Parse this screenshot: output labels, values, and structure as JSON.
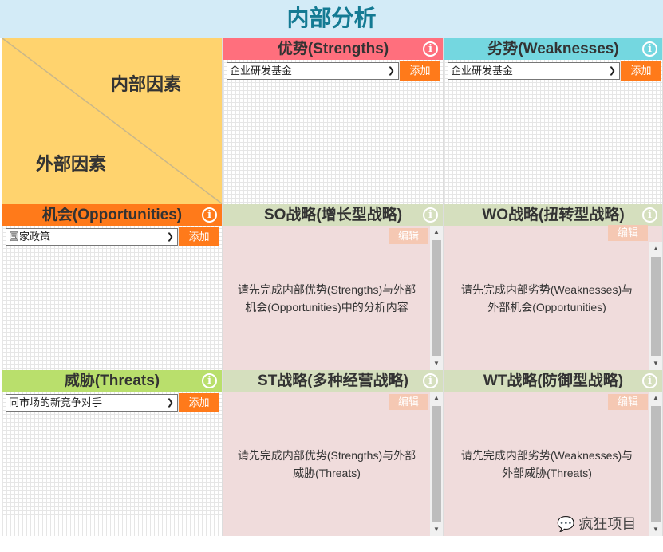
{
  "title": "内部分析",
  "corner": {
    "internal": "内部因素",
    "external": "外部因素"
  },
  "strengths": {
    "title": "优势(Strengths)",
    "select": "企业研发基金",
    "add": "添加",
    "color": "#ff6f7d"
  },
  "weaknesses": {
    "title": "劣势(Weaknesses)",
    "select": "企业研发基金",
    "add": "添加",
    "color": "#74d7e0"
  },
  "opportunities": {
    "title": "机会(Opportunities)",
    "select": "国家政策",
    "add": "添加",
    "color": "#ff7a1a"
  },
  "threats": {
    "title": "威胁(Threats)",
    "select": "同市场的新竞争对手",
    "add": "添加",
    "color": "#b9df6c"
  },
  "so": {
    "title": "SO战略(增长型战略)",
    "edit": "编辑",
    "text": "请先完成内部优势(Strengths)与外部机会(Opportunities)中的分析内容"
  },
  "wo": {
    "title": "WO战略(扭转型战略)",
    "edit": "编辑",
    "text": "请先完成内部劣势(Weaknesses)与外部机会(Opportunities)"
  },
  "st": {
    "title": "ST战略(多种经营战略)",
    "edit": "编辑",
    "text": "请先完成内部优势(Strengths)与外部威胁(Threats)"
  },
  "wt": {
    "title": "WT战略(防御型战略)",
    "edit": "编辑",
    "text": "请先完成内部劣势(Weaknesses)与外部威胁(Threats)"
  },
  "watermark": "疯狂项目"
}
